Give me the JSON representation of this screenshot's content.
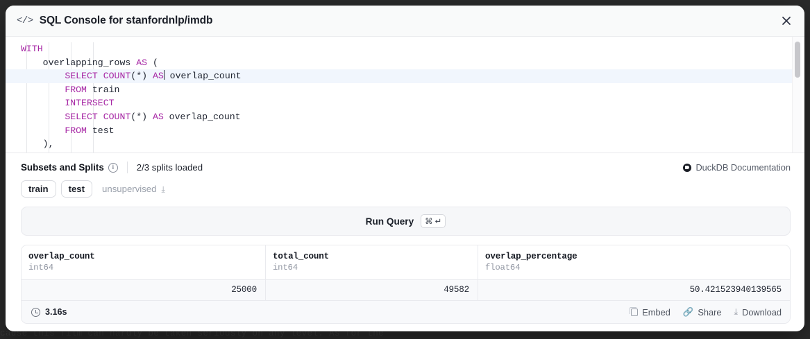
{
  "background": {
    "peek_text": "cause this film can hardly be taken seriously on any level. As for the"
  },
  "header": {
    "icon": "code-tag-icon",
    "title": "SQL Console for stanfordnlp/imdb",
    "close_icon": "✕"
  },
  "editor": {
    "lines": [
      [
        {
          "t": "WITH",
          "k": true
        }
      ],
      [
        {
          "t": "    overlapping_rows ",
          "k": false
        },
        {
          "t": "AS",
          "k": true
        },
        {
          "t": " (",
          "k": false
        }
      ],
      [
        {
          "t": "        ",
          "k": false
        },
        {
          "t": "SELECT COUNT",
          "k": true
        },
        {
          "t": "(*) ",
          "k": false
        },
        {
          "t": "AS",
          "k": true
        },
        {
          "t": "|",
          "k": false
        },
        {
          "t": " overlap_count",
          "k": false
        }
      ],
      [
        {
          "t": "        ",
          "k": false
        },
        {
          "t": "FROM",
          "k": true
        },
        {
          "t": " train",
          "k": false
        }
      ],
      [
        {
          "t": "        ",
          "k": false
        },
        {
          "t": "INTERSECT",
          "k": true
        }
      ],
      [
        {
          "t": "        ",
          "k": false
        },
        {
          "t": "SELECT COUNT",
          "k": true
        },
        {
          "t": "(*) ",
          "k": false
        },
        {
          "t": "AS",
          "k": true
        },
        {
          "t": " overlap_count",
          "k": false
        }
      ],
      [
        {
          "t": "        ",
          "k": false
        },
        {
          "t": "FROM",
          "k": true
        },
        {
          "t": " test",
          "k": false
        }
      ],
      [
        {
          "t": "    ),",
          "k": false
        }
      ]
    ],
    "active_line_index": 2,
    "scrollbar": "vertical-scrollbar"
  },
  "subsets": {
    "label": "Subsets and Splits",
    "info_icon": "i",
    "splits_loaded": "2/3 splits loaded",
    "duckdb_link": "DuckDB Documentation",
    "chips": [
      {
        "label": "train",
        "state": "loaded"
      },
      {
        "label": "test",
        "state": "loaded"
      },
      {
        "label": "unsupervised",
        "state": "not-loaded",
        "download_glyph": "⤓"
      }
    ]
  },
  "run_query": {
    "label": "Run Query",
    "shortcut_cmd": "⌘",
    "shortcut_enter": "↵"
  },
  "results": {
    "columns": [
      {
        "name": "overlap_count",
        "type": "int64"
      },
      {
        "name": "total_count",
        "type": "int64"
      },
      {
        "name": "overlap_percentage",
        "type": "float64"
      }
    ],
    "rows": [
      [
        "25000",
        "49582",
        "50.421523940139565"
      ]
    ],
    "footer": {
      "duration": "3.16s",
      "clock_icon": "clock-icon",
      "actions": [
        {
          "label": "Embed",
          "icon": "copy-icon"
        },
        {
          "label": "Share",
          "icon": "link-icon",
          "glyph": "🔗"
        },
        {
          "label": "Download",
          "icon": "download-icon",
          "glyph": "⤓"
        }
      ]
    }
  }
}
